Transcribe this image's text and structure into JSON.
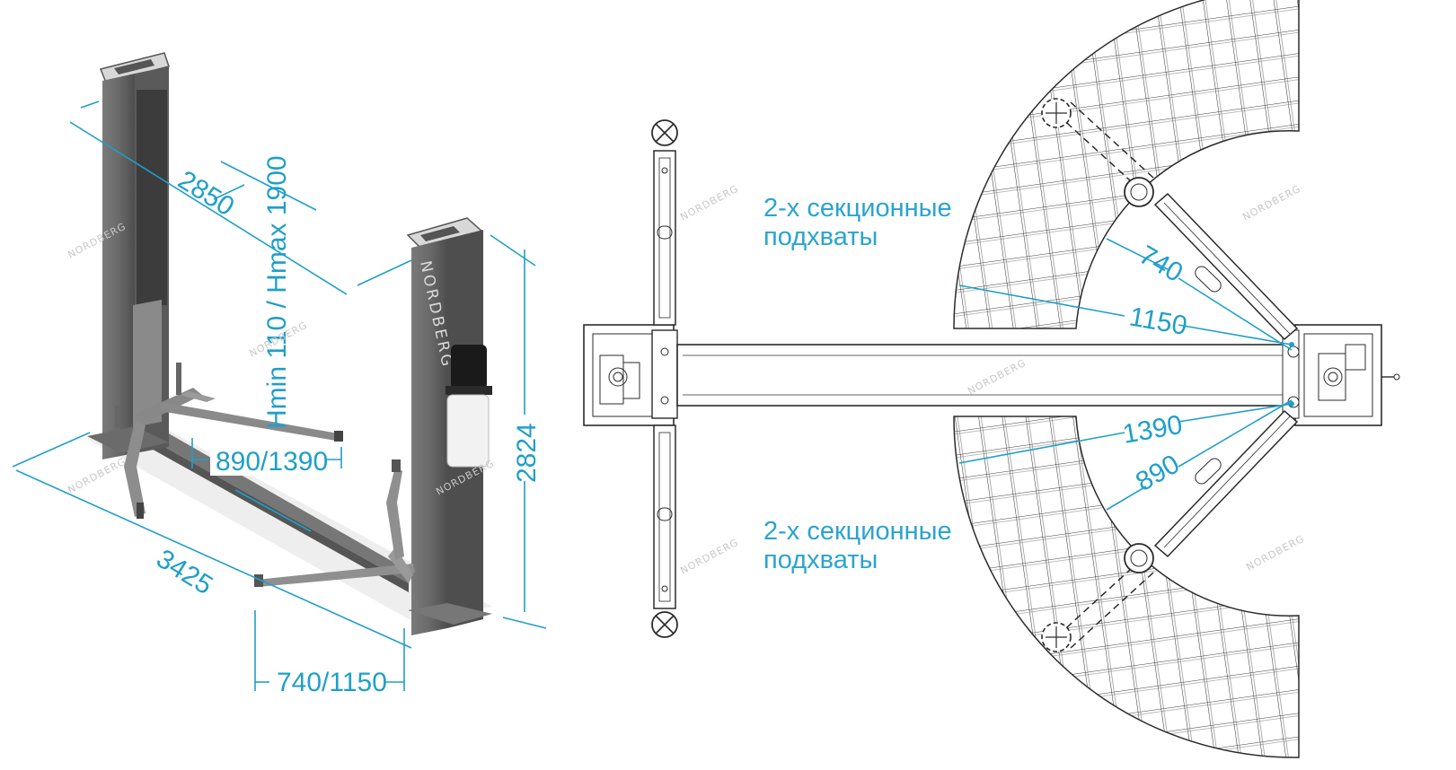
{
  "brand": "NORDBERG",
  "colors": {
    "accent": "#1f9fc9",
    "post": "#6e6e6e",
    "post_dark": "#4c4c4c",
    "line": "#2b2b2b",
    "hatch": "#3a3a3a"
  },
  "dimensions_3d": {
    "width_outer": "2850",
    "height_range": "Hmin 110 / Hmax 1900",
    "arm_reach_rear": "890/1390",
    "total_height": "2824",
    "length": "3425",
    "arm_reach_front": "740/1150"
  },
  "plan": {
    "arm_labels": [
      "740",
      "1150",
      "1390",
      "890"
    ],
    "note_top_line1": "2-х секционные",
    "note_top_line2": "подхваты",
    "note_bottom_line1": "2-х секционные",
    "note_bottom_line2": "подхваты"
  }
}
